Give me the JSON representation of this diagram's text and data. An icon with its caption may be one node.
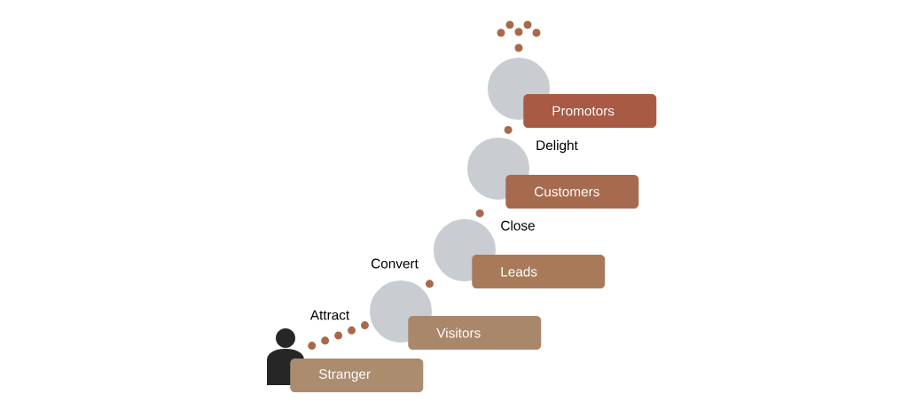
{
  "diagram": {
    "nodes": [
      {
        "text": [],
        "shape": "person"
      },
      {
        "text": [
          "Stranger"
        ]
      },
      {
        "text": [],
        "shape": "circle"
      },
      {
        "text": [
          "Visitors"
        ]
      },
      {
        "text": [],
        "shape": "circle"
      },
      {
        "text": [
          "Leads"
        ]
      },
      {
        "text": [],
        "shape": "circle"
      },
      {
        "text": [
          "Customers"
        ]
      },
      {
        "text": [],
        "shape": "circle"
      },
      {
        "text": [
          "Promotors"
        ]
      }
    ],
    "edges": [
      {
        "from": 0,
        "to": 2,
        "arrow": "none",
        "label": "Attract"
      },
      {
        "from": 2,
        "to": 4,
        "arrow": "none",
        "label": "Convert"
      },
      {
        "from": 4,
        "to": 6,
        "arrow": "none",
        "label": "Close"
      },
      {
        "from": 6,
        "to": 8,
        "arrow": "none",
        "label": "Delight"
      },
      {
        "from": 8,
        "to": null,
        "arrow": "to"
      }
    ]
  }
}
